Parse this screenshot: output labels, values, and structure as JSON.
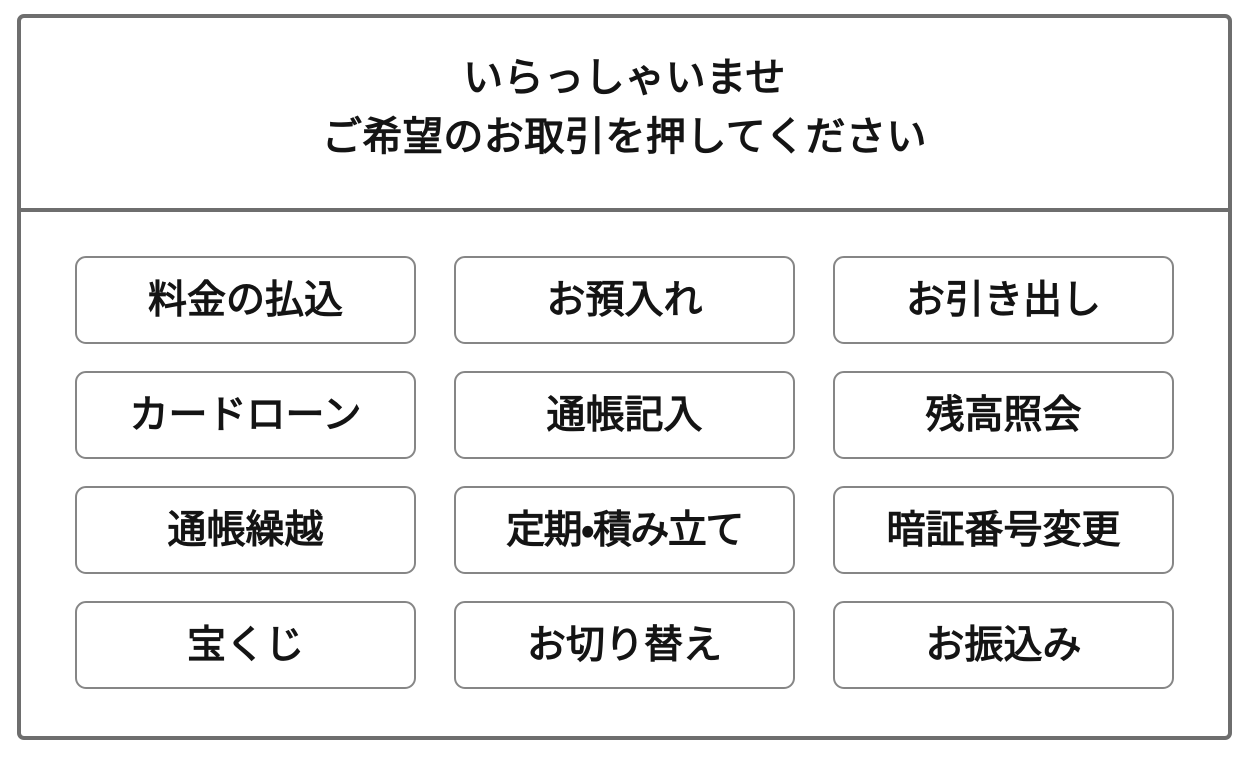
{
  "screen": {
    "kind": "atm-transaction-menu",
    "frame_border_color": "#6e6e6e",
    "button_border_color": "#868686",
    "text_color": "#141414",
    "background_color": "#ffffff"
  },
  "header": {
    "greeting_line": "いらっしゃいませ",
    "instruction_line": "ご希望のお取引を押してください"
  },
  "grid": {
    "columns": 3,
    "rows": 4,
    "buttons": [
      {
        "id": "payment",
        "label": "料金の払込"
      },
      {
        "id": "deposit",
        "label": "お預入れ"
      },
      {
        "id": "withdrawal",
        "label": "お引き出し"
      },
      {
        "id": "card-loan",
        "label": "カードローン"
      },
      {
        "id": "passbook-entry",
        "label": "通帳記入"
      },
      {
        "id": "balance-inquiry",
        "label": "残高照会"
      },
      {
        "id": "passbook-renewal",
        "label": "通帳繰越"
      },
      {
        "id": "time-deposit",
        "label": "定期・積み立て"
      },
      {
        "id": "pin-change",
        "label": "暗証番号変更"
      },
      {
        "id": "lottery",
        "label": "宝くじ"
      },
      {
        "id": "switch-over",
        "label": "お切り替え"
      },
      {
        "id": "transfer",
        "label": "お振込み"
      }
    ]
  }
}
